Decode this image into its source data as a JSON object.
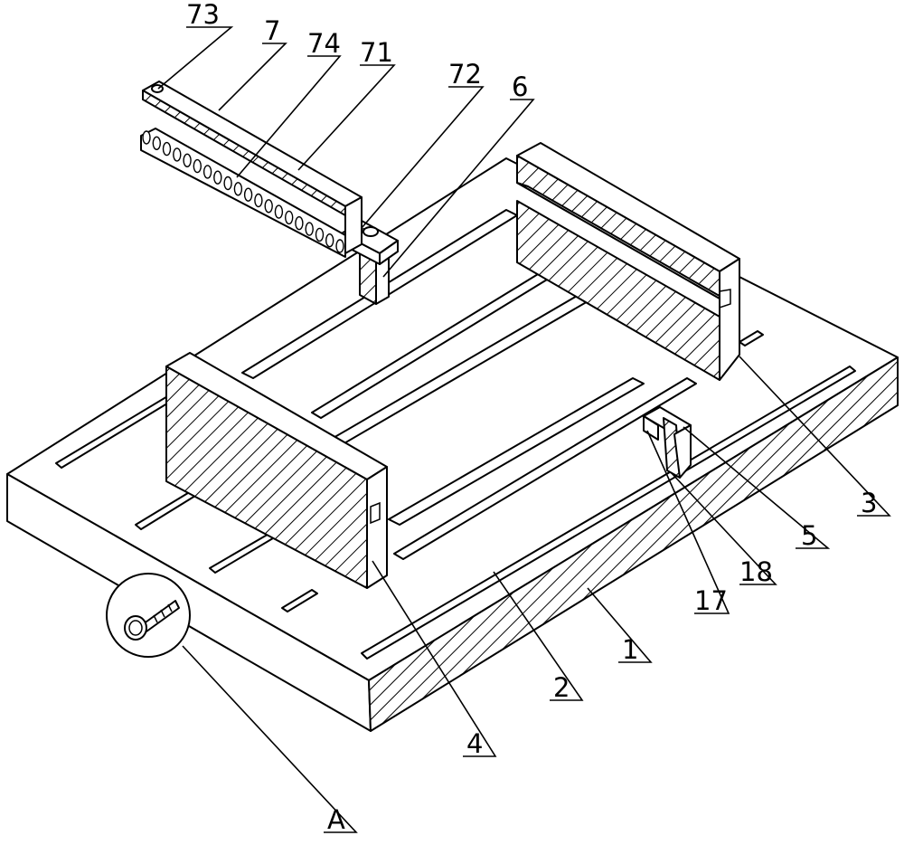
{
  "figure": {
    "labels": {
      "base_plate": "1",
      "groove": "2",
      "rear_clamp_plate": "3",
      "front_clamp_plate": "4",
      "stop_block": "5",
      "support_post": "6",
      "comb_arm": "7",
      "arm_bar": "71",
      "arm_hinge_block": "72",
      "arm_end_hole": "73",
      "comb_teeth": "74",
      "detail_callout": "A",
      "block_insert": "17",
      "block_slot": "18"
    }
  },
  "colors": {
    "line": "#000000",
    "background": "#ffffff"
  }
}
